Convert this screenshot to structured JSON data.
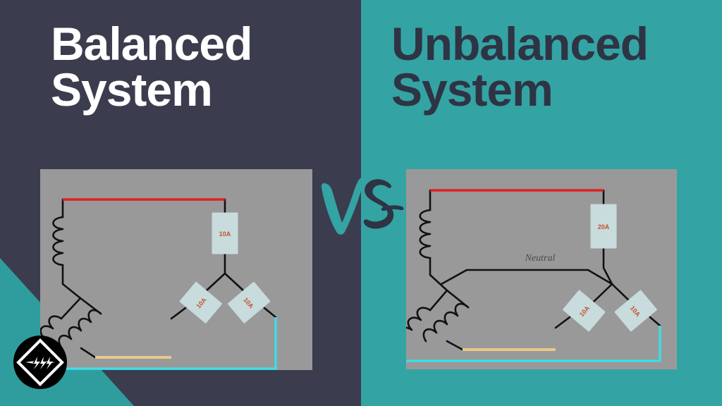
{
  "meta": {
    "kind": "comparison-thumbnail",
    "colors": {
      "left_bg": "#3c3c4f",
      "right_bg": "#34a3a3",
      "panel_bg": "#999999",
      "wire_black": "#111111",
      "wire_red": "#e02020",
      "wire_yellow": "#e8c98a",
      "wire_cyan": "#2ee6ef",
      "fuse_body": "#c8dbdd",
      "fuse_text": "#c0522d",
      "title_left_text": "#ffffff",
      "title_right_text": "#2e3444",
      "vs_v_color": "#34a3a3",
      "vs_s_color": "#2e3444"
    }
  },
  "left": {
    "title": "Balanced\nSystem",
    "diagram": {
      "name": "balanced-three-phase-star-circuit",
      "has_neutral": false,
      "source_label": "",
      "loads": [
        {
          "id": "load-top",
          "label": "10A",
          "orientation": "vertical"
        },
        {
          "id": "load-bottom-left",
          "label": "10A",
          "orientation": "diagonal-left"
        },
        {
          "id": "load-bottom-right",
          "label": "10A",
          "orientation": "diagonal-right"
        }
      ],
      "wires": [
        {
          "id": "wire-red",
          "color": "#e02020",
          "name": "line-1-red"
        },
        {
          "id": "wire-yellow",
          "color": "#e8c98a",
          "name": "line-2-yellow"
        },
        {
          "id": "wire-cyan",
          "color": "#2ee6ef",
          "name": "line-3-blue"
        }
      ],
      "coils": 3
    }
  },
  "right": {
    "title": "Unbalanced\nSystem",
    "diagram": {
      "name": "unbalanced-three-phase-star-circuit",
      "has_neutral": true,
      "neutral_label": "Neutral",
      "loads": [
        {
          "id": "load-top",
          "label": "20A",
          "orientation": "vertical"
        },
        {
          "id": "load-bottom-left",
          "label": "10A",
          "orientation": "diagonal-left"
        },
        {
          "id": "load-bottom-right",
          "label": "10A",
          "orientation": "diagonal-right"
        }
      ],
      "wires": [
        {
          "id": "wire-red",
          "color": "#e02020",
          "name": "line-1-red"
        },
        {
          "id": "wire-yellow",
          "color": "#e8c98a",
          "name": "line-2-yellow"
        },
        {
          "id": "wire-cyan",
          "color": "#2ee6ef",
          "name": "line-3-blue"
        }
      ],
      "coils": 3
    }
  },
  "center": {
    "vs_text": "VS"
  },
  "logo": {
    "name": "engineering-mindset-logo",
    "description": "black circle with white diamond outline and three lightning bolts"
  }
}
